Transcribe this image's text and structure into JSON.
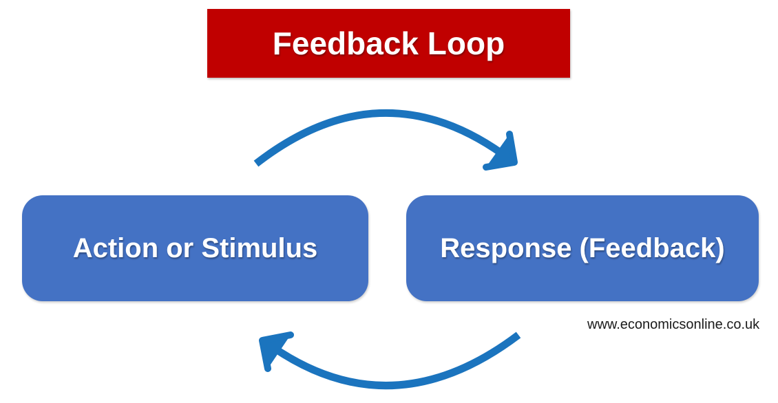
{
  "canvas": {
    "background": "#FFFFFF"
  },
  "banner": {
    "label": "Feedback Loop",
    "bg_color": "#C00000",
    "text_color": "#FFFFFF"
  },
  "nodes": [
    {
      "label": "Action or Stimulus",
      "bg_color": "#4472C4",
      "text_color": "#FFFFFF"
    },
    {
      "label": "Response (Feedback)",
      "bg_color": "#4472C4",
      "text_color": "#FFFFFF"
    }
  ],
  "arrows": [
    {
      "name": "top-arrow",
      "from": "Action or Stimulus",
      "to": "Response (Feedback)",
      "direction": "left-to-right",
      "color": "#1B74BE"
    },
    {
      "name": "bottom-arrow",
      "from": "Response (Feedback)",
      "to": "Action or Stimulus",
      "direction": "right-to-left",
      "color": "#1B74BE"
    }
  ],
  "watermark": {
    "text": "www.economicsonline.co.uk",
    "color": "#1A1A1A"
  }
}
